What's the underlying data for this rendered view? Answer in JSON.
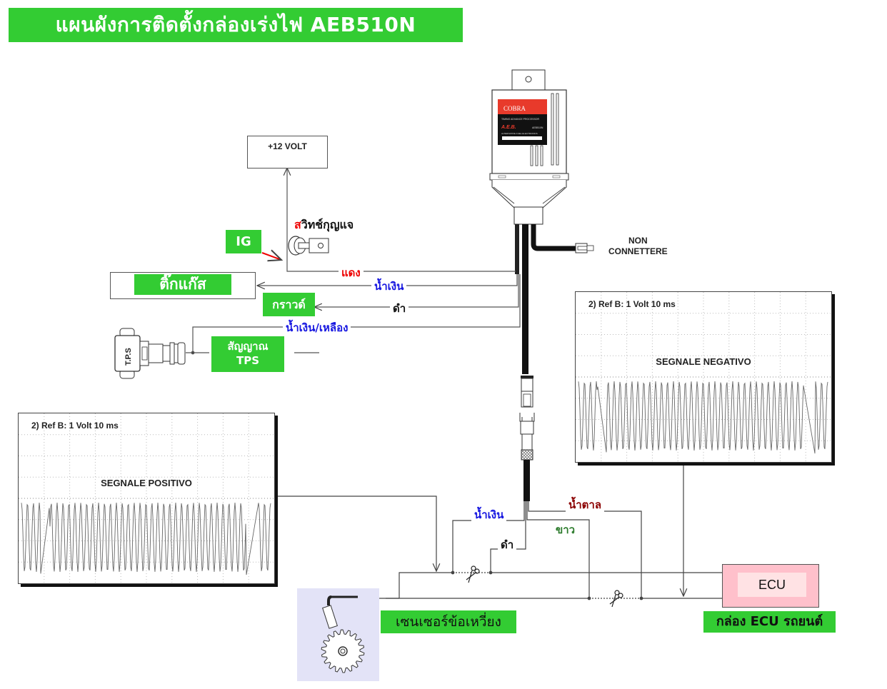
{
  "title": "แผนผังการติดตั้งกล่องเร่งไฟ AEB510N",
  "power": {
    "label": "+12 VOLT"
  },
  "key_switch": {
    "label_first": "ส",
    "label_rest": "วิทช์กุญแจ",
    "ig_label": "IG"
  },
  "gas_trigger": {
    "label": "ติ๊กแก๊ส"
  },
  "ground": {
    "label": "กราวด์"
  },
  "tps": {
    "label_line1": "สัญญาณ",
    "label_line2": "TPS",
    "sensor_text": "T.P.S"
  },
  "device": {
    "brand": "COBRA",
    "subtitle": "TIMING ADVANCE PROCESSOR",
    "logo": "A.E.B.",
    "model": "AEB510N",
    "tagline": "ALTERNATIVE FUEL ELECTRONICS",
    "nonconn_line1": "NON",
    "nonconn_line2": "CONNETTERE"
  },
  "wires": {
    "red": "แดง",
    "blue_top": "น้ำเงิน",
    "black_top": "ดำ",
    "blue_yellow": "น้ำเงิน/เหลือง",
    "blue_bottom": "น้ำเงิน",
    "black_bottom": "ดำ",
    "brown": "น้ำตาล",
    "white": "ขาว"
  },
  "wire_colors": {
    "red": "#e00000",
    "blue": "#1515e0",
    "brown": "#8b0000",
    "white_label": "#2a7a2a",
    "label_green": "#33cc33"
  },
  "scopes": {
    "positive": {
      "ref": "2) Ref B:  1 Volt 10 ms",
      "title": "SEGNALE POSITIVO"
    },
    "negative": {
      "ref": "2) Ref B:  1 Volt 10 ms",
      "title": "SEGNALE NEGATIVO"
    }
  },
  "crank_sensor": {
    "label": "เซนเซอร์ข้อเหวี่ยง"
  },
  "ecu": {
    "inner_label": "ECU",
    "caption": "กล่อง ECU รถยนต์"
  }
}
